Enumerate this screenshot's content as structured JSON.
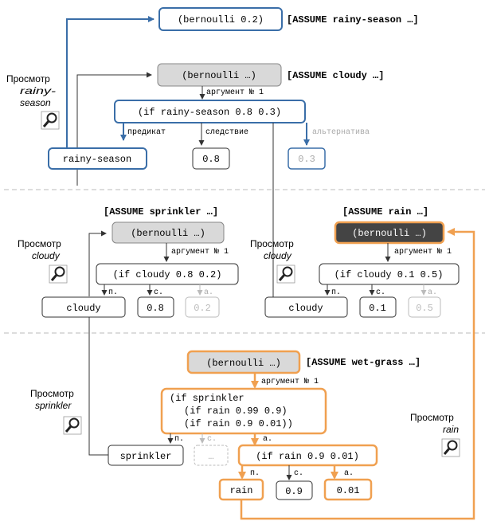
{
  "colors": {
    "blue": "#3a6ea8",
    "orange": "#f0a050",
    "gray": "#555555",
    "light": "#bbbbbb",
    "dark": "#444444",
    "fill_gray": "#d9d9d9"
  },
  "section1": {
    "top_node": "(bernoulli 0.2)",
    "assume_rainy": "[ASSUME rainy-season …]",
    "gray_node": "(bernoulli …)",
    "assume_cloudy": "[ASSUME cloudy …]",
    "arg": "аргумент № 1",
    "if_node": "(if rainy-season 0.8 0.3)",
    "predicate": "предикат",
    "consequent": "следствие",
    "alternative": "альтернатива",
    "rainy_node": "rainy-season",
    "val_08": "0.8",
    "val_03": "0.3",
    "view_label": "Просмотр",
    "view_target": "rainy-season"
  },
  "section2_left": {
    "assume": "[ASSUME sprinkler …]",
    "node": "(bernoulli …)",
    "arg": "аргумент № 1",
    "if_node": "(if cloudy 0.8 0.2)",
    "p": "п.",
    "c": "с.",
    "a": "а.",
    "cloudy": "cloudy",
    "val1": "0.8",
    "val2": "0.2",
    "view_label": "Просмотр",
    "view_target": "cloudy"
  },
  "section2_right": {
    "assume": "[ASSUME rain …]",
    "node": "(bernoulli …)",
    "arg": "аргумент № 1",
    "if_node": "(if cloudy 0.1 0.5)",
    "p": "п.",
    "c": "с.",
    "a": "а.",
    "cloudy": "cloudy",
    "val1": "0.1",
    "val2": "0.5",
    "view_label": "Просмотр",
    "view_target": "cloudy"
  },
  "section3": {
    "node": "(bernoulli …)",
    "assume": "[ASSUME wet-grass …]",
    "arg": "аргумент № 1",
    "if_line1": "(if sprinkler",
    "if_line2": "(if rain 0.99 0.9)",
    "if_line3": "(if rain 0.9  0.01))",
    "p": "п.",
    "c": "с.",
    "a": "а.",
    "sprinkler": "sprinkler",
    "ellipsis": "…",
    "if_rain": "(if rain 0.9 0.01)",
    "p2": "п.",
    "c2": "с.",
    "a2": "а.",
    "rain": "rain",
    "val_09": "0.9",
    "val_001": "0.01",
    "view_label": "Просмотр",
    "view_target": "sprinkler",
    "view2_label": "Просмотр",
    "view2_target": "rain"
  }
}
